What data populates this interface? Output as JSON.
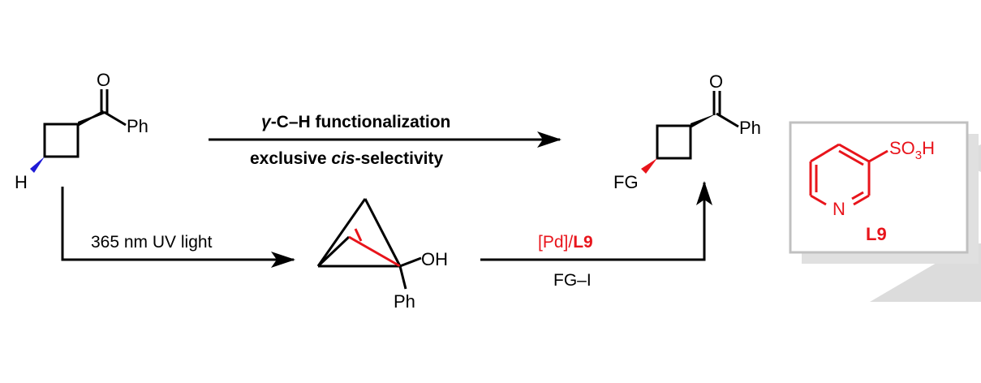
{
  "colors": {
    "bond": "#000000",
    "highlight_red": "#e8141b",
    "highlight_blue": "#1f1bd6",
    "box_border": "#c0c0c0",
    "shadow": "#d9d9d9"
  },
  "start": {
    "o": "O",
    "ph": "Ph",
    "h": "H"
  },
  "top_arrow": {
    "line1_prefix": "γ",
    "line1_rest": "-C–H functionalization",
    "line2_prefix": "exclusive ",
    "line2_italic": "cis",
    "line2_rest": "-selectivity"
  },
  "uv_arrow": {
    "label": "365 nm UV light"
  },
  "intermediate": {
    "oh": "OH",
    "ph": "Ph"
  },
  "pd_arrow": {
    "catalyst": "[Pd]/",
    "ligand": "L9",
    "reagent": "FG–I"
  },
  "product": {
    "o": "O",
    "ph": "Ph",
    "fg": "FG"
  },
  "ligand_box": {
    "so3h_so": "SO",
    "so3h_sub": "3",
    "so3h_h": "H",
    "n": "N",
    "label": "L9"
  }
}
